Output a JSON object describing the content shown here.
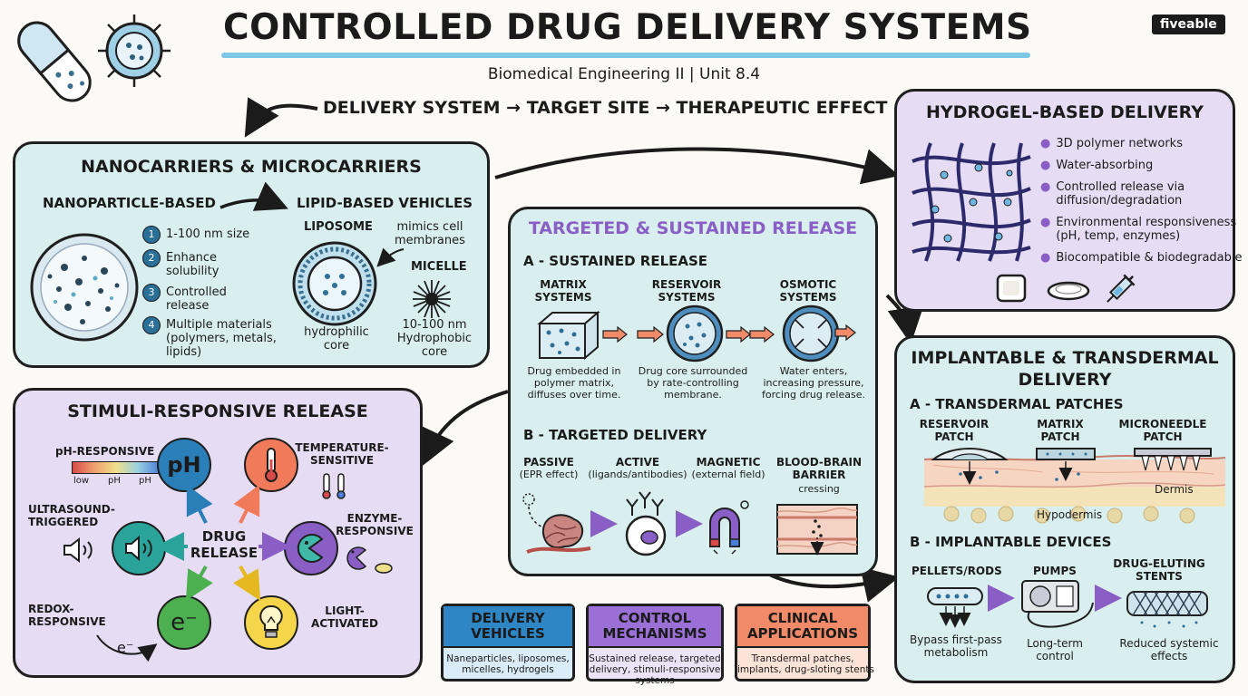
{
  "header": {
    "title": "CONTROLLED DRUG DELIVERY SYSTEMS",
    "subtitle": "Biomedical Engineering II | Unit 8.4",
    "flow": "DELIVERY SYSTEM → TARGET SITE → THERAPEUTIC EFFECT",
    "brand": "fiveable"
  },
  "nano": {
    "title": "NANOCARRIERS & MICROCARRIERS",
    "left_head": "NANOPARTICLE-BASED",
    "right_head": "LIPID-BASED VEHICLES",
    "items": [
      {
        "n": "1",
        "text": "1-100 nm size"
      },
      {
        "n": "2",
        "text": "Enhance\nsolubility"
      },
      {
        "n": "3",
        "text": "Controlled\nrelease"
      },
      {
        "n": "4",
        "text": "Multiple materials\n(polymers, metals,\nlipids)"
      }
    ],
    "liposome": "LIPOSOME",
    "mimics": "mimics cell\nmembranes",
    "micelle": "MICELLE",
    "hydrophilic": "hydrophilic\ncore",
    "micelle_desc": "10-100 nm\nHydrophobic\ncore"
  },
  "hydrogel": {
    "title": "HYDROGEL-BASED DELIVERY",
    "bullets": [
      "3D polymer networks",
      "Water-absorbing",
      "Controlled release via\ndiffusion/degradation",
      "Environmental responsiveness\n(pH, temp, enzymes)",
      "Biocompatible & biodegradable"
    ]
  },
  "targeted": {
    "title": "TARGETED & SUSTAINED RELEASE",
    "a_head": "A - SUSTAINED RELEASE",
    "systems": [
      {
        "name": "MATRIX\nSYSTEMS",
        "desc": "Drug embedded in\npolymer matrix,\ndiffuses over time."
      },
      {
        "name": "RESERVOIR\nSYSTEMS",
        "desc": "Drug core surrounded\nby rate-controlling\nmembrane."
      },
      {
        "name": "OSMOTIC\nSYSTEMS",
        "desc": "Water enters,\nincreasing pressure,\nforcing drug release."
      }
    ],
    "b_head": "B - TARGETED DELIVERY",
    "targets": [
      {
        "name": "PASSIVE",
        "sub": "(EPR effect)"
      },
      {
        "name": "ACTIVE",
        "sub": "(ligands/antibodies)"
      },
      {
        "name": "MAGNETIC",
        "sub": "(external field)"
      },
      {
        "name": "BLOOD-BRAIN\nBARRIER",
        "sub": "cressing"
      }
    ]
  },
  "stimuli": {
    "title": "STIMULI-RESPONSIVE RELEASE",
    "center": "DRUG\nRELEASE",
    "ph_label": "pH-RESPONSIVE",
    "ph_scale": [
      "low",
      "pH",
      "pH"
    ],
    "ph_icon": "pH",
    "temp_label": "TEMPERATURE-\nSENSITIVE",
    "ultra_label": "ULTRASOUND-\nTRIGGERED",
    "enzyme_label": "ENZYME-\nRESPONSIVE",
    "redox_label": "REDOX-\nRESPONSIVE",
    "redox_icon": "e⁻",
    "redox_small": "e⁻",
    "light_label": "LIGHT-\nACTIVATED"
  },
  "implant": {
    "title": "IMPLANTABLE & TRANSDERMAL\nDELIVERY",
    "a_head": "A - TRANSDERMAL PATCHES",
    "patches": [
      "RESERVOIR\nPATCH",
      "MATRIX\nPATCH",
      "MICRONEEDLE\nPATCH"
    ],
    "dermis": "Dermis",
    "hypodermis": "Hypodermis",
    "b_head": "B - IMPLANTABLE DEVICES",
    "devices": [
      {
        "name": "PELLETS/RODS",
        "desc": "Bypass first-pass\nmetabolism"
      },
      {
        "name": "PUMPS",
        "desc": "Long-term\ncontrol"
      },
      {
        "name": "DRUG-ELUTING\nSTENTS",
        "desc": "Reduced systemic\neffects"
      }
    ]
  },
  "legend": [
    {
      "title": "DELIVERY\nVEHICLES",
      "body": "Naneparticles, liposomes,\nmicelles, hydrogels",
      "color": "#2f86c4",
      "bg": "#d9ecf7"
    },
    {
      "title": "CONTROL\nMECHANISMS",
      "body": "Sustained release, targeted\ndelivery, stimuli-responsive\nsystems",
      "color": "#9a6fd6",
      "bg": "#ece3f6"
    },
    {
      "title": "CLINICAL\nAPPLICATIONS",
      "body": "Transdermal patches,\nimplants, drug-sloting stents",
      "color": "#f08a68",
      "bg": "#fbe3d8"
    }
  ],
  "colors": {
    "panel_blue": "#d9efef",
    "panel_purple": "#e6dcf3",
    "accent_purple": "#8a5fc5",
    "ink": "#1f1f1f"
  },
  "icons": [
    "capsule-icon",
    "virus-nanoparticle-icon",
    "thermometer-icon",
    "speaker-icon",
    "pacman-enzyme-icon",
    "lightbulb-icon",
    "magnet-icon",
    "syringe-icon"
  ]
}
